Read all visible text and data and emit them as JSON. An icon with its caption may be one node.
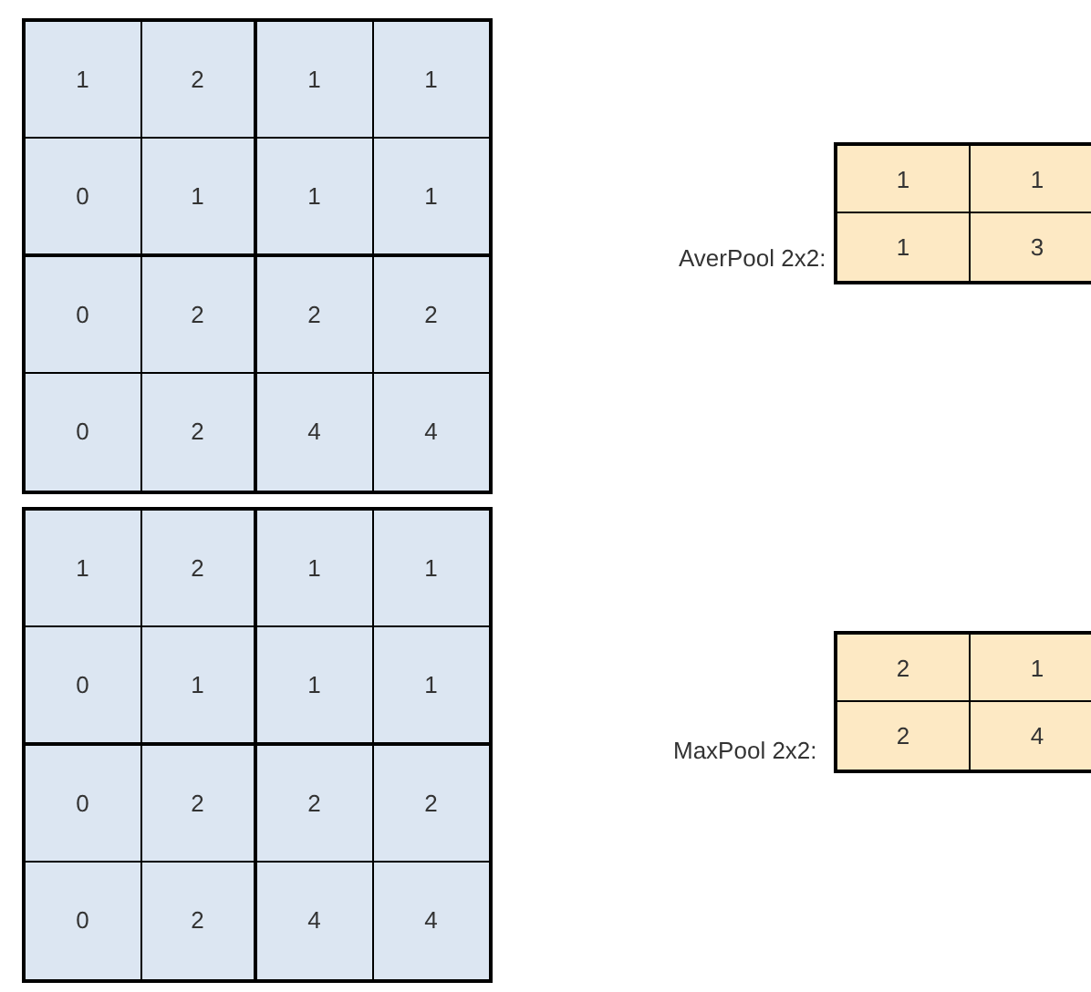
{
  "diagram": {
    "labels": [
      "1",
      "2",
      "1",
      "1",
      "0",
      "1",
      "1",
      "1",
      "0",
      "2",
      "2",
      "2",
      "0",
      "2",
      "4",
      "4",
      "AverPool 2x2:",
      "1",
      "1",
      "1",
      "3",
      "1",
      "2",
      "1",
      "1",
      "0",
      "1",
      "1",
      "1",
      "0",
      "2",
      "2",
      "2",
      "0",
      "2",
      "4",
      "4",
      "MaxPool 2x2:",
      "2",
      "1",
      "2",
      "4"
    ]
  }
}
